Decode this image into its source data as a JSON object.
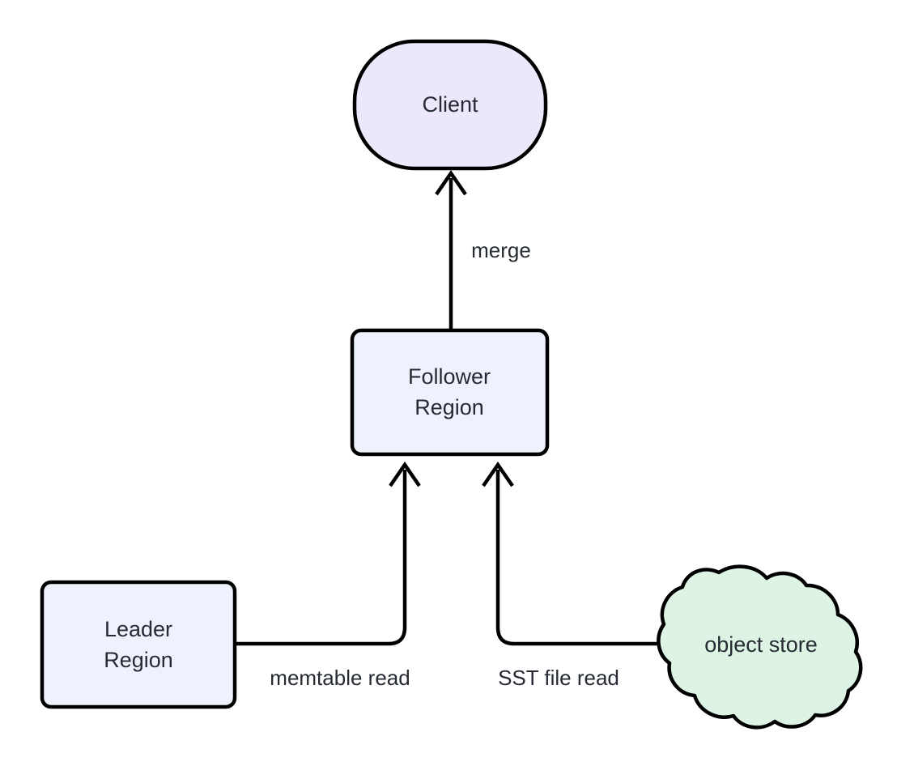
{
  "diagram": {
    "type": "flowchart",
    "direction": "bottom-to-top",
    "background": "#ffffff",
    "stroke_color": "#000000",
    "text_color": "#262b33",
    "nodes": [
      {
        "id": "client",
        "label": "Client",
        "shape": "stadium",
        "fill": "#ede7fb"
      },
      {
        "id": "follower",
        "label_line1": "Follower",
        "label_line2": "Region",
        "shape": "rounded-rect",
        "fill": "#eef2fd"
      },
      {
        "id": "leader",
        "label_line1": "Leader",
        "label_line2": "Region",
        "shape": "rounded-rect",
        "fill": "#eef2fd"
      },
      {
        "id": "object_store",
        "label": "object store",
        "shape": "cloud",
        "fill": "#ddf4e4"
      }
    ],
    "edges": [
      {
        "id": "follower-to-client",
        "from": "follower",
        "to": "client",
        "label": "merge",
        "style": "straight-arrow"
      },
      {
        "id": "leader-to-follower",
        "from": "leader",
        "to": "follower",
        "label": "memtable read",
        "style": "elbow-arrow"
      },
      {
        "id": "objectstore-to-follower",
        "from": "object_store",
        "to": "follower",
        "label": "SST file read",
        "style": "elbow-arrow"
      }
    ]
  }
}
